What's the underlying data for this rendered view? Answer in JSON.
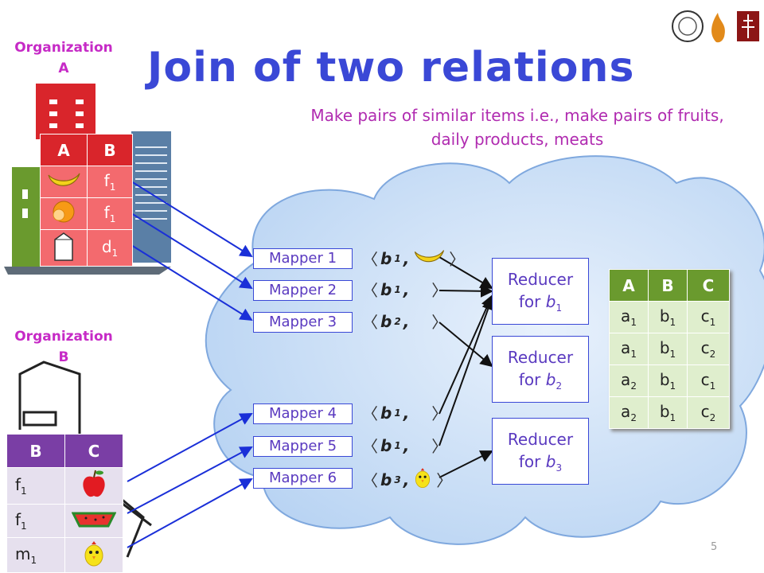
{
  "title": "Join of two relations",
  "subtitle_line1": "Make pairs of similar items i.e., make pairs of fruits,",
  "subtitle_line2": "daily products, meats",
  "org_a": {
    "line1": "Organization",
    "line2": "A"
  },
  "org_b": {
    "line1": "Organization",
    "line2": "B"
  },
  "table_a": {
    "headers": [
      "A",
      "B"
    ],
    "rows": [
      {
        "a_icon": "banana-icon",
        "b": "f",
        "b_sub": "1"
      },
      {
        "a_icon": "orange-icon",
        "b": "f",
        "b_sub": "1"
      },
      {
        "a_icon": "milk-carton-icon",
        "b": "d",
        "b_sub": "1"
      }
    ]
  },
  "table_b": {
    "headers": [
      "B",
      "C"
    ],
    "rows": [
      {
        "b": "f",
        "b_sub": "1",
        "c_icon": "apple-icon"
      },
      {
        "b": "f",
        "b_sub": "1",
        "c_icon": "watermelon-icon"
      },
      {
        "b": "m",
        "b_sub": "1",
        "c_icon": "chicken-icon"
      }
    ]
  },
  "mappers": [
    {
      "label": "Mapper 1",
      "key": "b",
      "key_sub": "1",
      "icon": "banana-icon"
    },
    {
      "label": "Mapper 2",
      "key": "b",
      "key_sub": "1",
      "icon": ""
    },
    {
      "label": "Mapper 3",
      "key": "b",
      "key_sub": "2",
      "icon": ""
    },
    {
      "label": "Mapper 4",
      "key": "b",
      "key_sub": "1",
      "icon": ""
    },
    {
      "label": "Mapper 5",
      "key": "b",
      "key_sub": "1",
      "icon": ""
    },
    {
      "label": "Mapper 6",
      "key": "b",
      "key_sub": "3",
      "icon": "chicken-icon"
    }
  ],
  "reducers": [
    {
      "line1": "Reducer",
      "line2_prefix": "for ",
      "key": "b",
      "key_sub": "1"
    },
    {
      "line1": "Reducer",
      "line2_prefix": "for ",
      "key": "b",
      "key_sub": "2"
    },
    {
      "line1": "Reducer",
      "line2_prefix": "for ",
      "key": "b",
      "key_sub": "3"
    }
  ],
  "result_table": {
    "headers": [
      "A",
      "B",
      "C"
    ],
    "rows": [
      [
        [
          "a",
          "1"
        ],
        [
          "b",
          "1"
        ],
        [
          "c",
          "1"
        ]
      ],
      [
        [
          "a",
          "1"
        ],
        [
          "b",
          "1"
        ],
        [
          "c",
          "2"
        ]
      ],
      [
        [
          "a",
          "2"
        ],
        [
          "b",
          "1"
        ],
        [
          "c",
          "1"
        ]
      ],
      [
        [
          "a",
          "2"
        ],
        [
          "b",
          "1"
        ],
        [
          "c",
          "2"
        ]
      ]
    ]
  },
  "comma": ",",
  "page_number": "5",
  "colors": {
    "title": "#3a48d6",
    "subtitle": "#b02bb0",
    "cloud": "#a8c8f0",
    "arrow_blue": "#1a2fd8"
  }
}
